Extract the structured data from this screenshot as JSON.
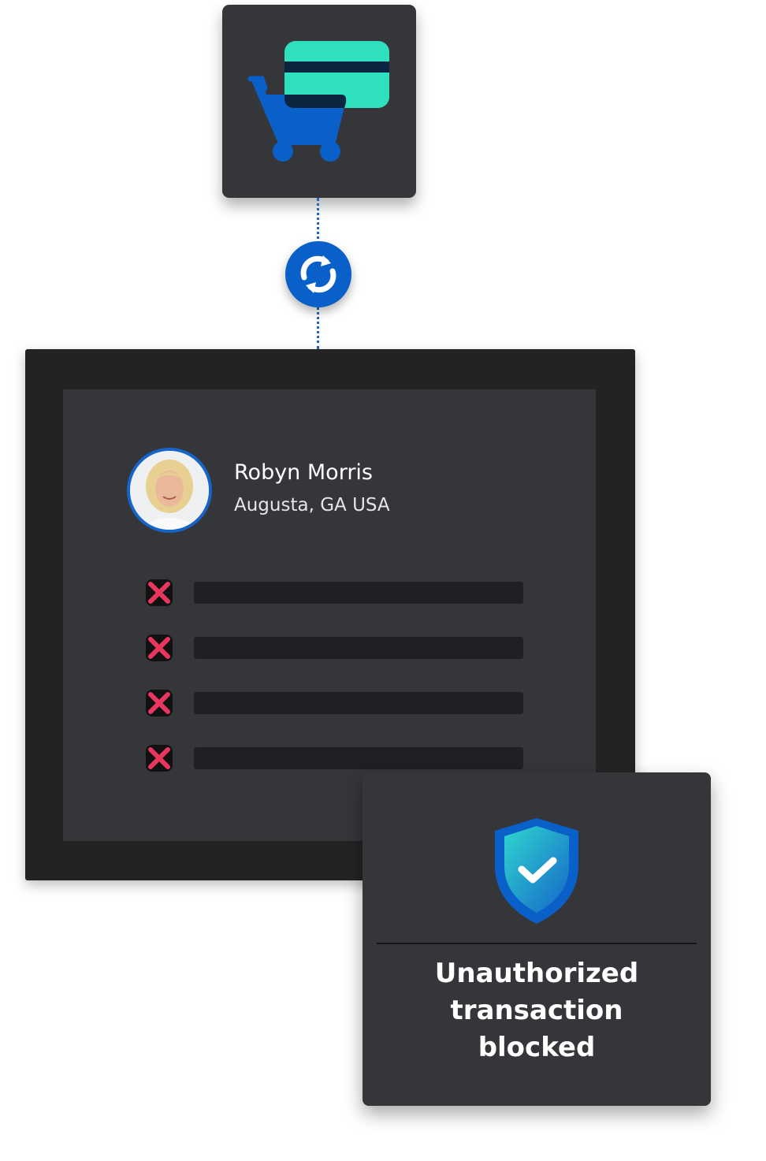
{
  "user": {
    "name": "Robyn Morris",
    "location": "Augusta, GA USA"
  },
  "checks": [
    {
      "status": "failed"
    },
    {
      "status": "failed"
    },
    {
      "status": "failed"
    },
    {
      "status": "failed"
    }
  ],
  "alert": {
    "lines": [
      "Unauthorized",
      "transaction",
      "blocked"
    ]
  },
  "icons": {
    "top": "shopping-cart-credit-card-icon",
    "connector": "sync-icon",
    "row": "x-mark-icon",
    "alert": "shield-check-icon"
  },
  "colors": {
    "accent": "#0a60c9",
    "card": "#2ee0bd",
    "error": "#e8365f",
    "panel": "#35363a"
  }
}
